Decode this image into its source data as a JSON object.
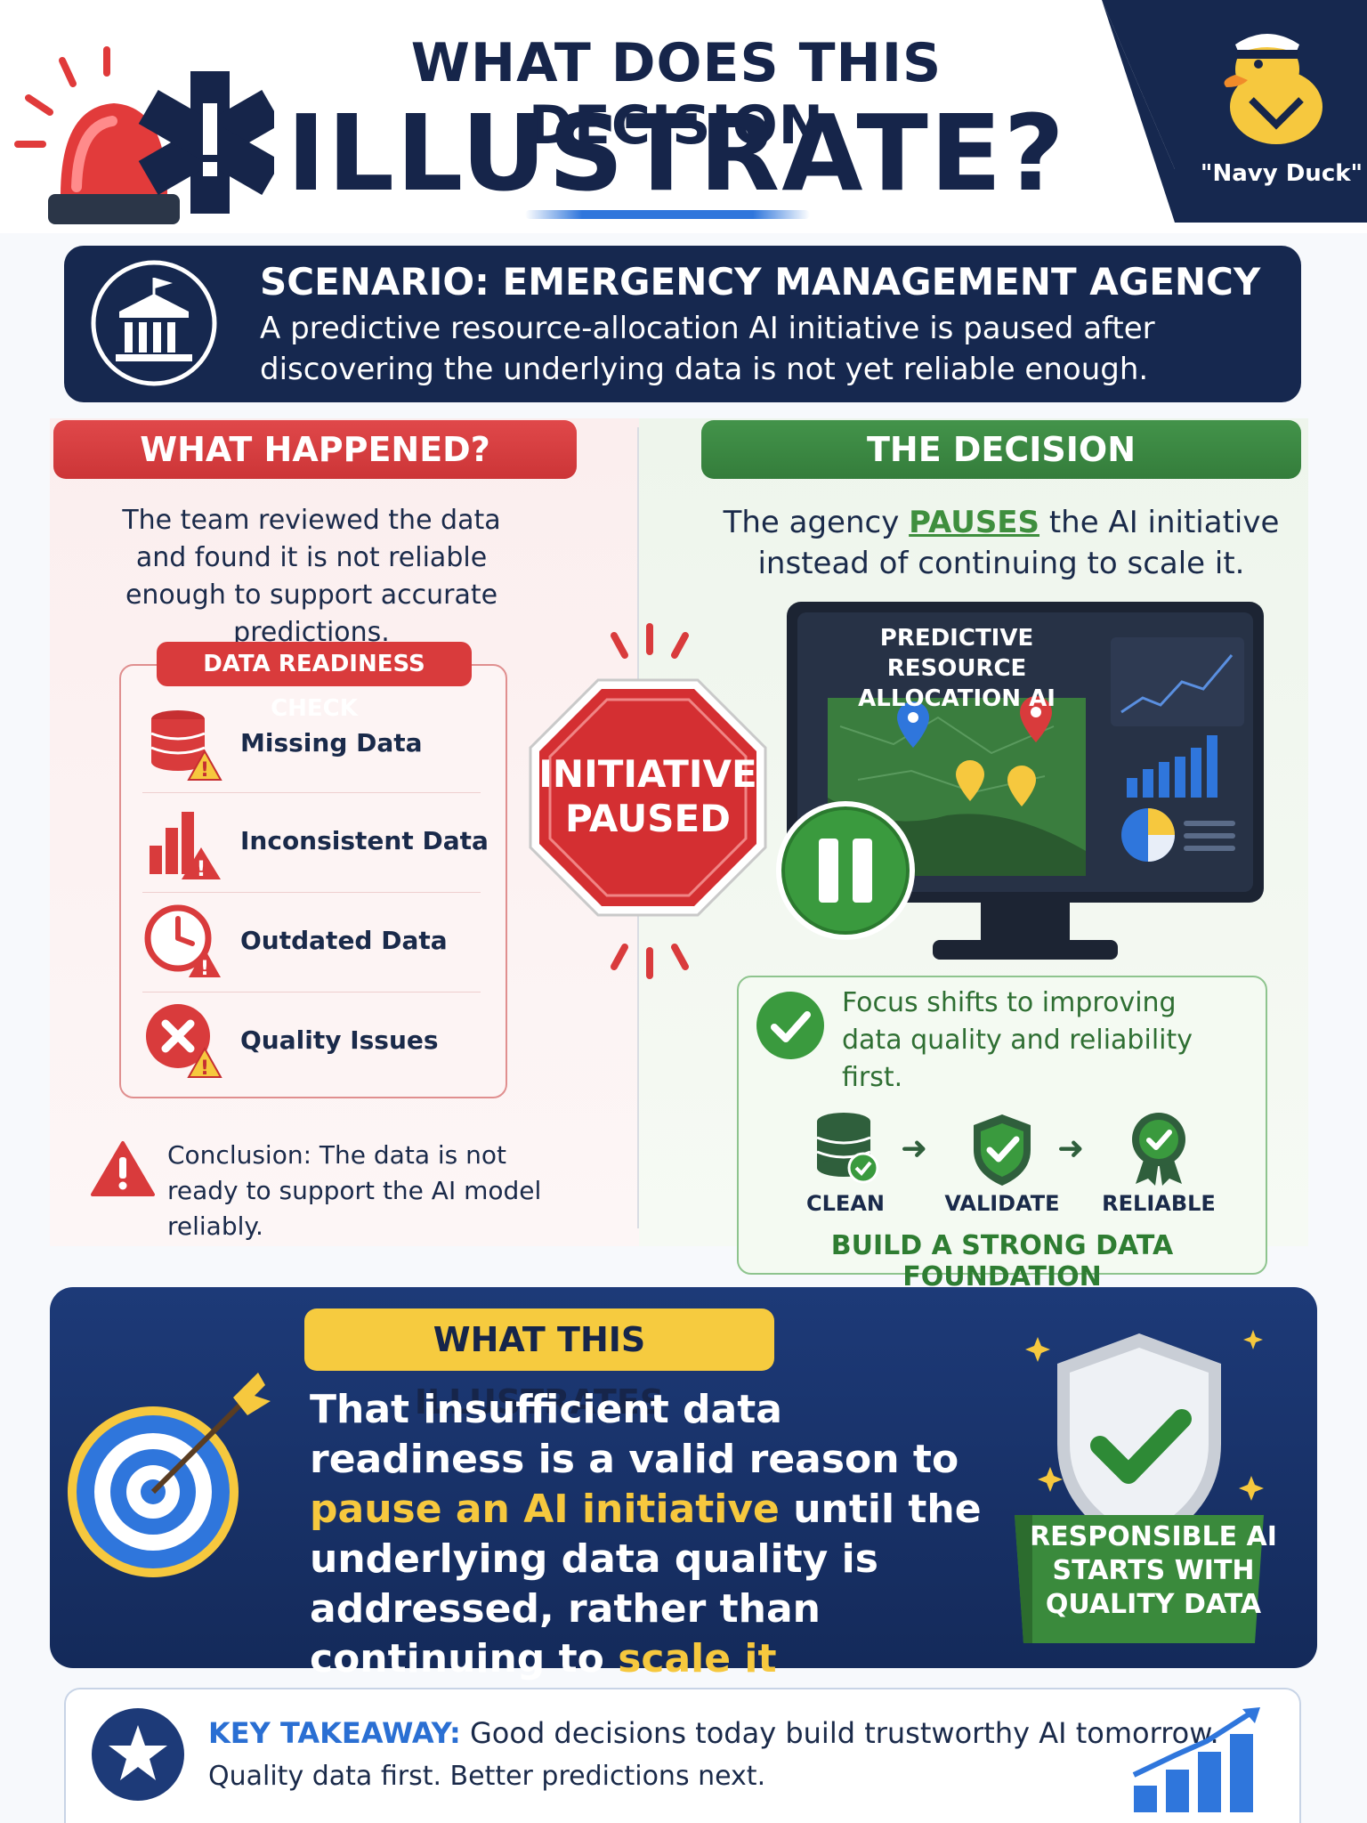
{
  "header": {
    "title_line1": "WHAT DOES THIS DECISION",
    "title_line2": "ILLUSTRATE?",
    "corner_label": "\"Navy Duck\"",
    "icons": [
      "siren-icon",
      "medical-star-icon",
      "duck-mascot-icon"
    ]
  },
  "scenario": {
    "title": "SCENARIO: EMERGENCY MANAGEMENT AGENCY",
    "text": "A predictive resource-allocation AI initiative is paused after discovering the underlying data is not yet reliable enough.",
    "icon": "government-building-icon"
  },
  "what_happened": {
    "header": "WHAT HAPPENED?",
    "text": "The team reviewed the data and found it is not reliable enough to support accurate predictions.",
    "check_title": "DATA READINESS CHECK",
    "items": [
      {
        "label": "Missing Data",
        "icon": "database-warning-icon"
      },
      {
        "label": "Inconsistent Data",
        "icon": "bar-chart-warning-icon"
      },
      {
        "label": "Outdated Data",
        "icon": "clock-warning-icon"
      },
      {
        "label": "Quality Issues",
        "icon": "x-circle-warning-icon"
      }
    ],
    "conclusion": "Conclusion: The data is not ready to support the AI model reliably."
  },
  "stop_sign": {
    "line1": "INITIATIVE",
    "line2": "PAUSED"
  },
  "decision": {
    "header": "THE DECISION",
    "text_before": "The agency ",
    "highlight": "PAUSES",
    "text_after": " the AI initiative instead of continuing to scale it.",
    "monitor_title_line1": "PREDICTIVE RESOURCE",
    "monitor_title_line2": "ALLOCATION AI",
    "focus_text": "Focus shifts to improving data quality and reliability first.",
    "steps": [
      {
        "label": "CLEAN",
        "icon": "database-check-icon"
      },
      {
        "label": "VALIDATE",
        "icon": "shield-check-icon"
      },
      {
        "label": "RELIABLE",
        "icon": "award-check-icon"
      }
    ],
    "foundation": "BUILD A STRONG DATA FOUNDATION"
  },
  "illustrates": {
    "badge": "WHAT THIS ILLUSTRATES",
    "text_1": "That insufficient data readiness is a valid reason to ",
    "highlight_1": "pause an AI initiative",
    "text_2": " until the underlying data quality is addressed, rather than continuing to ",
    "highlight_2": "scale it prematurely.",
    "responsible_line1": "RESPONSIBLE AI",
    "responsible_line2": "STARTS WITH",
    "responsible_line3": "QUALITY DATA"
  },
  "takeaway": {
    "key": "KEY TAKEAWAY:",
    "line1": " Good decisions today build trustworthy AI tomorrow.",
    "line2": "Quality data first.  Better predictions next."
  },
  "colors": {
    "navy": "#16284f",
    "red": "#d93b3c",
    "green": "#3f8f3e",
    "yellow": "#f6cb3f",
    "blue": "#2a6fd3"
  }
}
